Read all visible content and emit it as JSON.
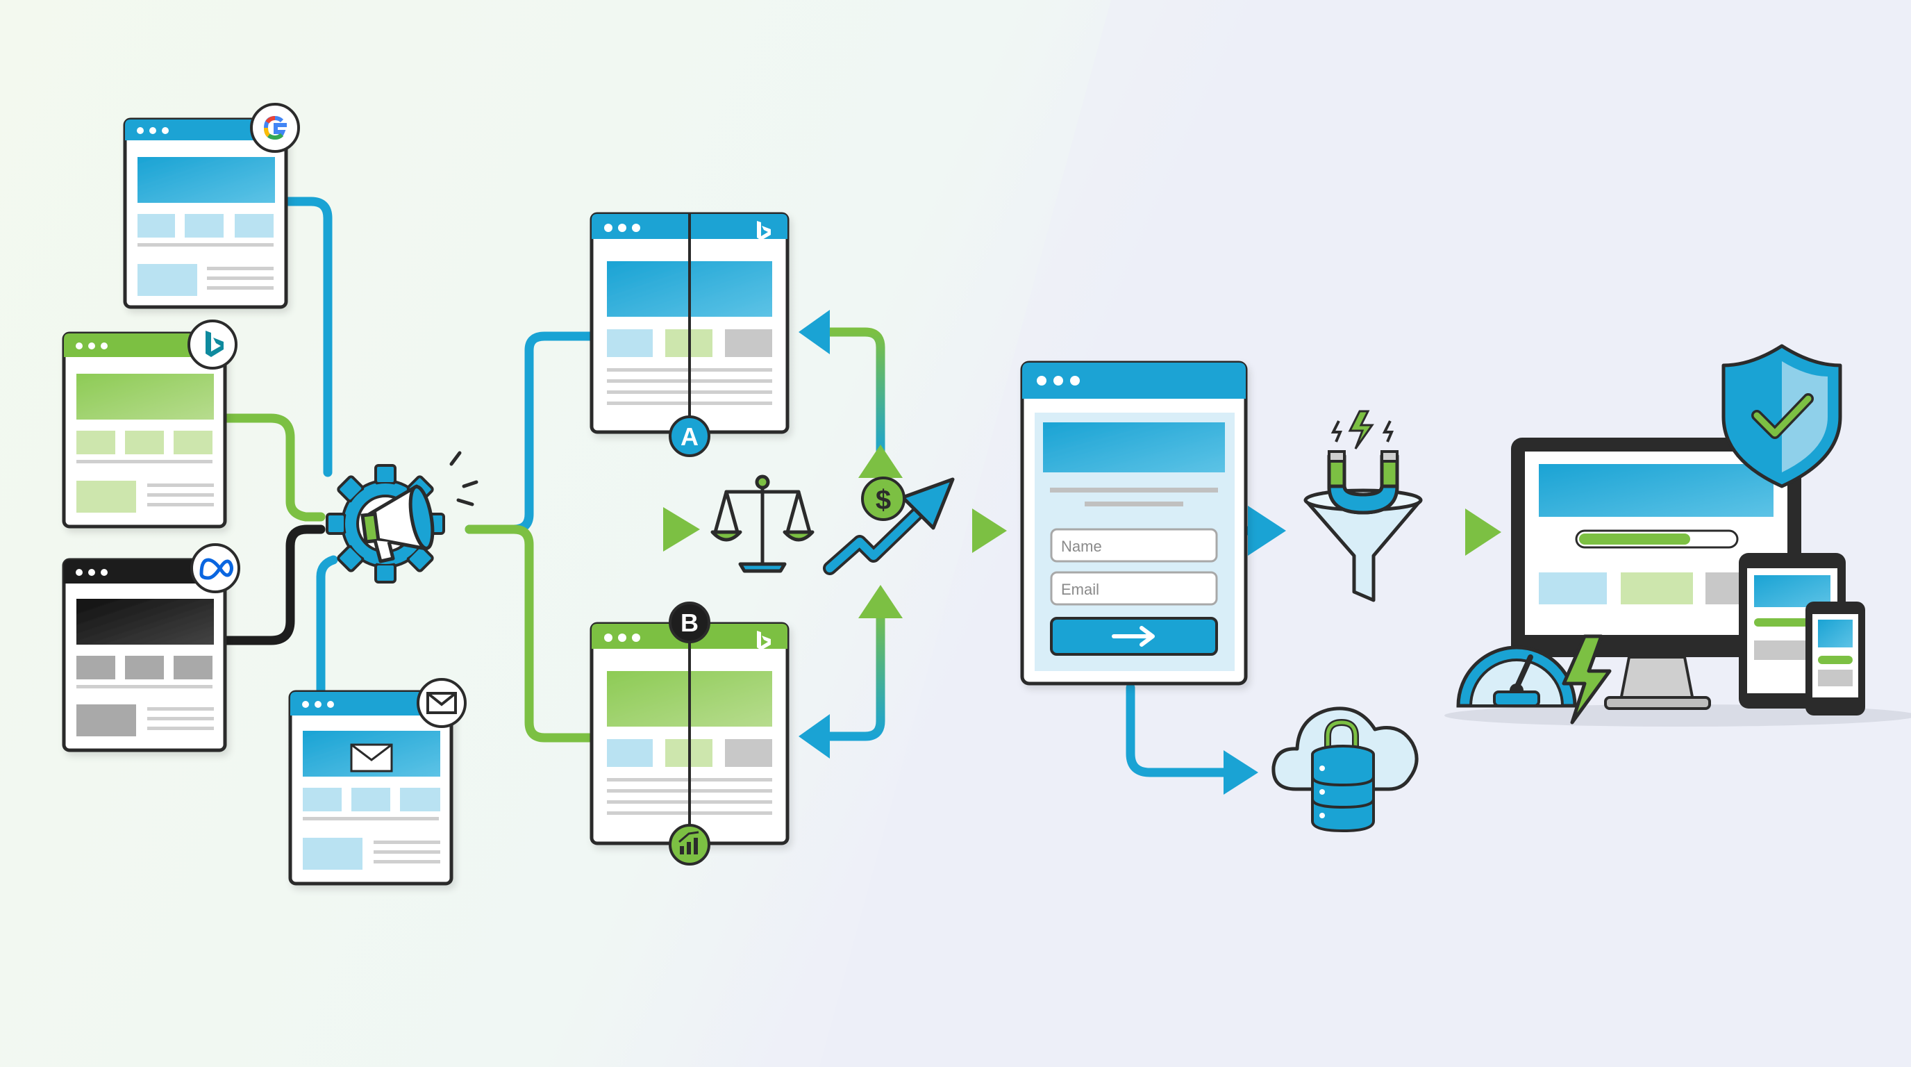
{
  "colors": {
    "blue": "#1aa3d4",
    "green": "#7cc043",
    "dark": "#1e1e1e",
    "light_blue": "#b9e2f2",
    "light_green": "#cde6ad",
    "gray": "#c8c8c8",
    "outline": "#2b2b2b",
    "bg_left": "#f1f8ee",
    "bg_right": "#eef0f8"
  },
  "sources": [
    {
      "name": "google-ad-page",
      "header_color": "blue",
      "icon": "google-icon"
    },
    {
      "name": "bing-ad-page",
      "header_color": "green",
      "icon": "bing-icon"
    },
    {
      "name": "meta-ad-page",
      "header_color": "dark",
      "icon": "meta-icon"
    },
    {
      "name": "email-page",
      "header_color": "blue",
      "icon": "email-icon"
    }
  ],
  "ab_test": {
    "variant_a": {
      "badge": "A",
      "header_color": "blue",
      "icon": "bing-icon"
    },
    "variant_b": {
      "badge": "B",
      "header_color": "green",
      "icon": "bing-icon",
      "footer_icon": "analytics-icon"
    }
  },
  "hub_icon": "megaphone-gear-icon",
  "compare_icon": "balance-scale-icon",
  "growth_icon": "dollar-growth-arrow-icon",
  "form": {
    "name_placeholder": "Name",
    "email_placeholder": "Email",
    "submit_icon": "arrow-right-icon"
  },
  "funnel_icon": "magnet-funnel-icon",
  "storage_icon": "cloud-lock-database-icon",
  "devices_icon": "multi-device-icon",
  "security_icon": "shield-check-icon",
  "speed_icon": "speedometer-bolt-icon"
}
